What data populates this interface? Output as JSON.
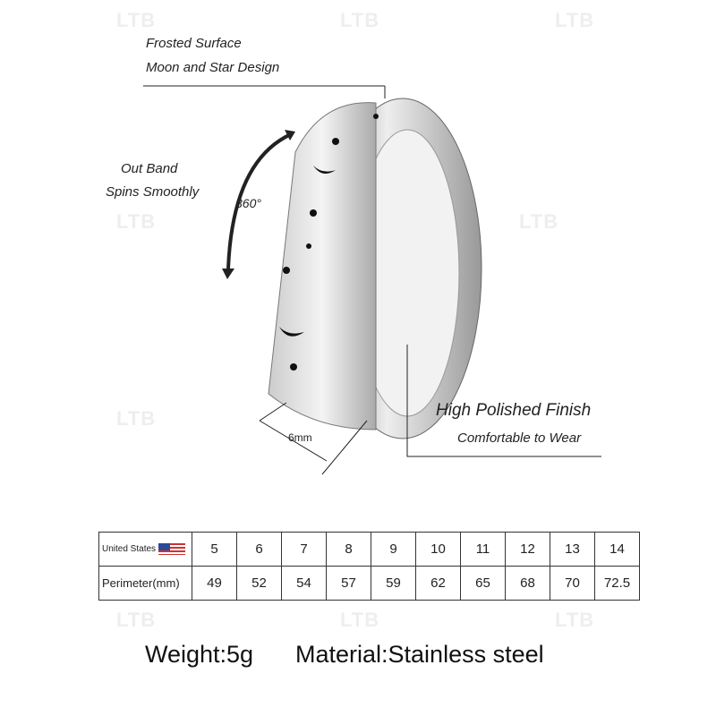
{
  "watermark": "LTB",
  "callouts": {
    "top_line1": "Frosted Surface",
    "top_line2": "Moon and Star Design",
    "left_line1": "Out Band",
    "left_line2": "Spins Smoothly",
    "rotation": "360°",
    "width": "6mm",
    "right_line1": "High Polished Finish",
    "right_line2": "Comfortable to Wear"
  },
  "size_table": {
    "us_label": "United States",
    "perimeter_label": "Perimeter(mm)",
    "us_sizes": [
      "5",
      "6",
      "7",
      "8",
      "9",
      "10",
      "11",
      "12",
      "13",
      "14"
    ],
    "perimeters": [
      "49",
      "52",
      "54",
      "57",
      "59",
      "62",
      "65",
      "68",
      "70",
      "72.5"
    ]
  },
  "footer": {
    "weight": "Weight:5g",
    "material": "Material:Stainless steel"
  }
}
